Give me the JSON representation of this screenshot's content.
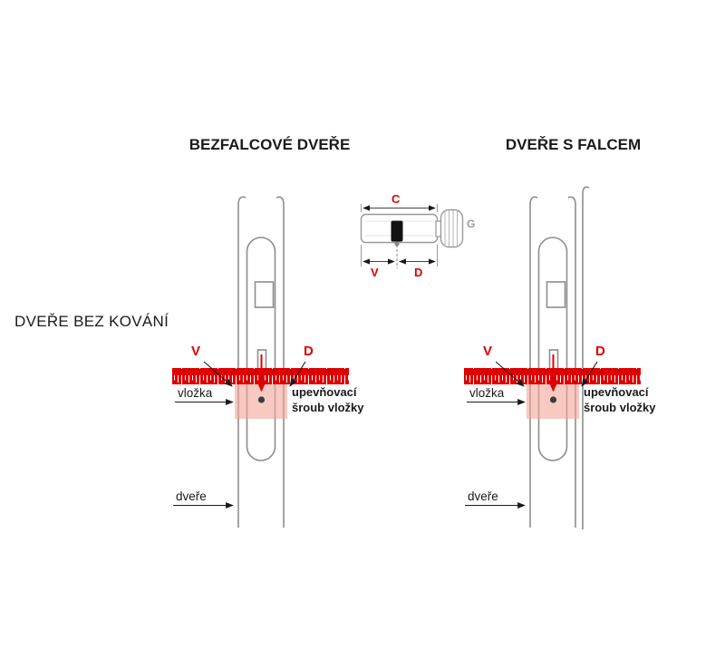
{
  "titles": {
    "left": "BEZFALCOVÉ DVEŘE",
    "right": "DVEŘE S FALCEM",
    "side": "DVEŘE BEZ KOVÁNÍ"
  },
  "cylinder": {
    "c": "C",
    "v": "V",
    "d": "D",
    "g": "G"
  },
  "door_left": {
    "v": "V",
    "d": "D",
    "vlozka": "vložka",
    "screw_line1": "upevňovací",
    "screw_line2": "šroub vložky",
    "dvere": "dveře"
  },
  "door_right": {
    "v": "V",
    "d": "D",
    "vlozka": "vložka",
    "screw_line1": "upevňovací",
    "screw_line2": "šroub vložky",
    "dvere": "dveře"
  },
  "colors": {
    "dimension_red": "#de0000",
    "cylinder_zone_pink": "#f2a598",
    "door_outline_gray": "#8e8e8e"
  }
}
